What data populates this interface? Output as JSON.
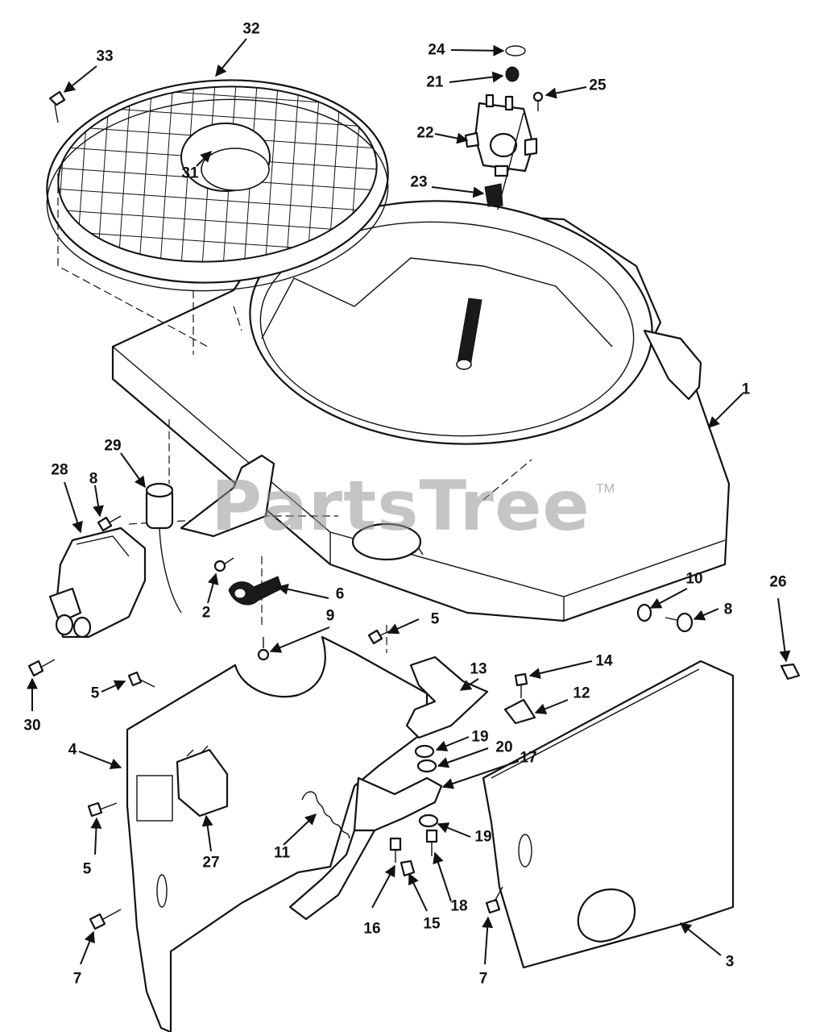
{
  "watermark": {
    "brand": "PartsTree",
    "trademark": "TM"
  },
  "callouts": [
    {
      "id": "c1",
      "label": "1"
    },
    {
      "id": "c2",
      "label": "2"
    },
    {
      "id": "c3",
      "label": "3"
    },
    {
      "id": "c4",
      "label": "4"
    },
    {
      "id": "c5a",
      "label": "5"
    },
    {
      "id": "c5b",
      "label": "5"
    },
    {
      "id": "c5c",
      "label": "5"
    },
    {
      "id": "c6",
      "label": "6"
    },
    {
      "id": "c7a",
      "label": "7"
    },
    {
      "id": "c7b",
      "label": "7"
    },
    {
      "id": "c8a",
      "label": "8"
    },
    {
      "id": "c8b",
      "label": "8"
    },
    {
      "id": "c9",
      "label": "9"
    },
    {
      "id": "c10",
      "label": "10"
    },
    {
      "id": "c11",
      "label": "11"
    },
    {
      "id": "c12",
      "label": "12"
    },
    {
      "id": "c13",
      "label": "13"
    },
    {
      "id": "c14",
      "label": "14"
    },
    {
      "id": "c15",
      "label": "15"
    },
    {
      "id": "c16",
      "label": "16"
    },
    {
      "id": "c17",
      "label": "17"
    },
    {
      "id": "c18",
      "label": "18"
    },
    {
      "id": "c19a",
      "label": "19"
    },
    {
      "id": "c19b",
      "label": "19"
    },
    {
      "id": "c20",
      "label": "20"
    },
    {
      "id": "c21",
      "label": "21"
    },
    {
      "id": "c22",
      "label": "22"
    },
    {
      "id": "c23",
      "label": "23"
    },
    {
      "id": "c24",
      "label": "24"
    },
    {
      "id": "c25",
      "label": "25"
    },
    {
      "id": "c26",
      "label": "26"
    },
    {
      "id": "c27",
      "label": "27"
    },
    {
      "id": "c28",
      "label": "28"
    },
    {
      "id": "c29",
      "label": "29"
    },
    {
      "id": "c30",
      "label": "30"
    },
    {
      "id": "c31",
      "label": "31"
    },
    {
      "id": "c32",
      "label": "32"
    },
    {
      "id": "c33",
      "label": "33"
    }
  ]
}
